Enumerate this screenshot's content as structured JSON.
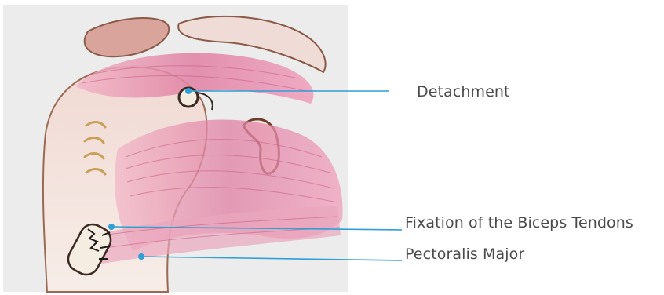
{
  "labels": {
    "detachment": "Detachment",
    "fixation": "Fixation of the Biceps Tendons",
    "pectoralis": "Pectoralis Major"
  },
  "colors": {
    "panel_background": "#ececec",
    "leader_line": "#2f9fd6",
    "marker": "#2f9fd6",
    "muscle": "#e58aab",
    "bone": "#efe3dd",
    "bone_outline": "#7a4e38",
    "label_text": "#4a4a4a"
  }
}
